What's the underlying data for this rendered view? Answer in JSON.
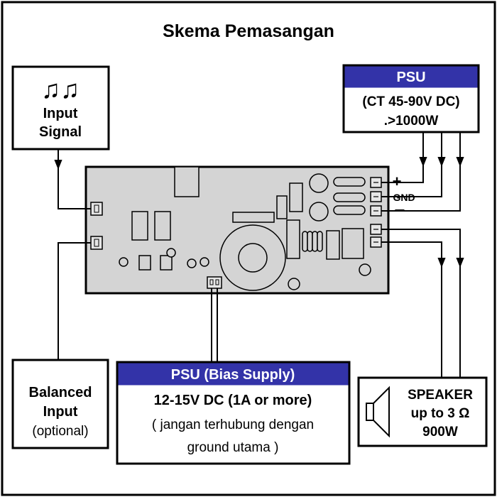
{
  "title": "Skema Pemasangan",
  "input_signal": {
    "icon": "music-notes-icon",
    "glyph": "♫♫",
    "line1": "Input",
    "line2": "Signal"
  },
  "psu_main": {
    "header": "PSU",
    "line1": "(CT 45-90V DC)",
    "line2": ".>1000W",
    "accent": "#3333a8"
  },
  "terminals": {
    "plus": "+",
    "gnd": "GND",
    "minus": "−"
  },
  "balanced_input": {
    "line1": "Balanced",
    "line2": "Input",
    "line3": "(optional)"
  },
  "psu_bias": {
    "header": "PSU (Bias Supply)",
    "line1": "12-15V DC (1A or more)",
    "line2": "( jangan terhubung dengan",
    "line3": "ground utama )",
    "accent": "#3333a8"
  },
  "speaker": {
    "icon": "speaker-icon",
    "line1": "SPEAKER",
    "line2": "up to 3 Ω",
    "line3": "900W"
  },
  "colors": {
    "board": "#d4d4d4",
    "header_blue": "#3333a8",
    "line": "#000000"
  }
}
